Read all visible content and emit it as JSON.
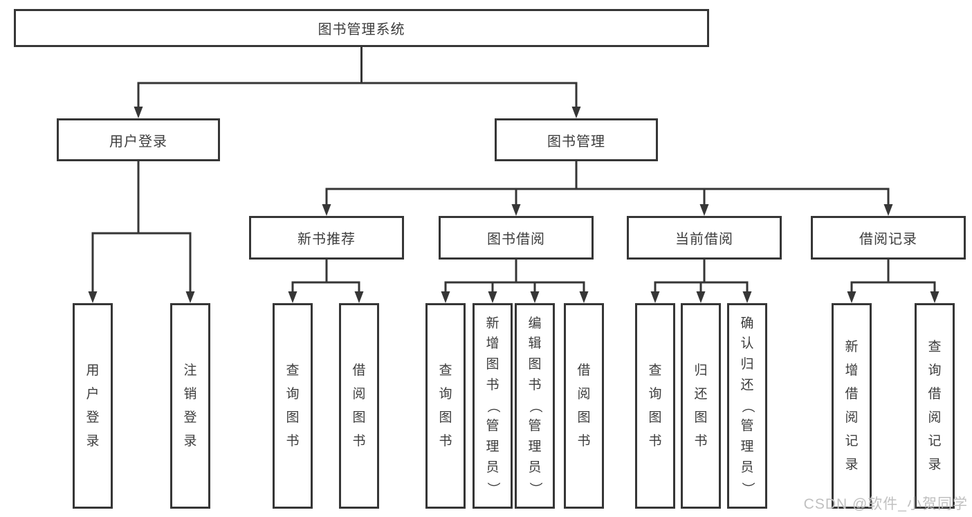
{
  "palette": {
    "line": "#363636",
    "text": "#3d3d3d",
    "bg": "#ffffff",
    "watermark": "#c0c0c0"
  },
  "watermark": {
    "text": "CSDN @软件_小贺同学"
  },
  "diagram": {
    "root": "图书管理系统",
    "branches": [
      {
        "label": "用户登录",
        "children": [
          "用户登录",
          "注销登录"
        ]
      },
      {
        "label": "图书管理",
        "sections": [
          {
            "label": "新书推荐",
            "children": [
              "查询图书",
              "借阅图书"
            ]
          },
          {
            "label": "图书借阅",
            "children": [
              "查询图书",
              "新增图书（管理员）",
              "编辑图书（管理员）",
              "借阅图书"
            ]
          },
          {
            "label": "当前借阅",
            "children": [
              "查询图书",
              "归还图书",
              "确认归还（管理员）"
            ]
          },
          {
            "label": "借阅记录",
            "children": [
              "新增借阅记录",
              "查询借阅记录"
            ]
          }
        ]
      }
    ]
  }
}
